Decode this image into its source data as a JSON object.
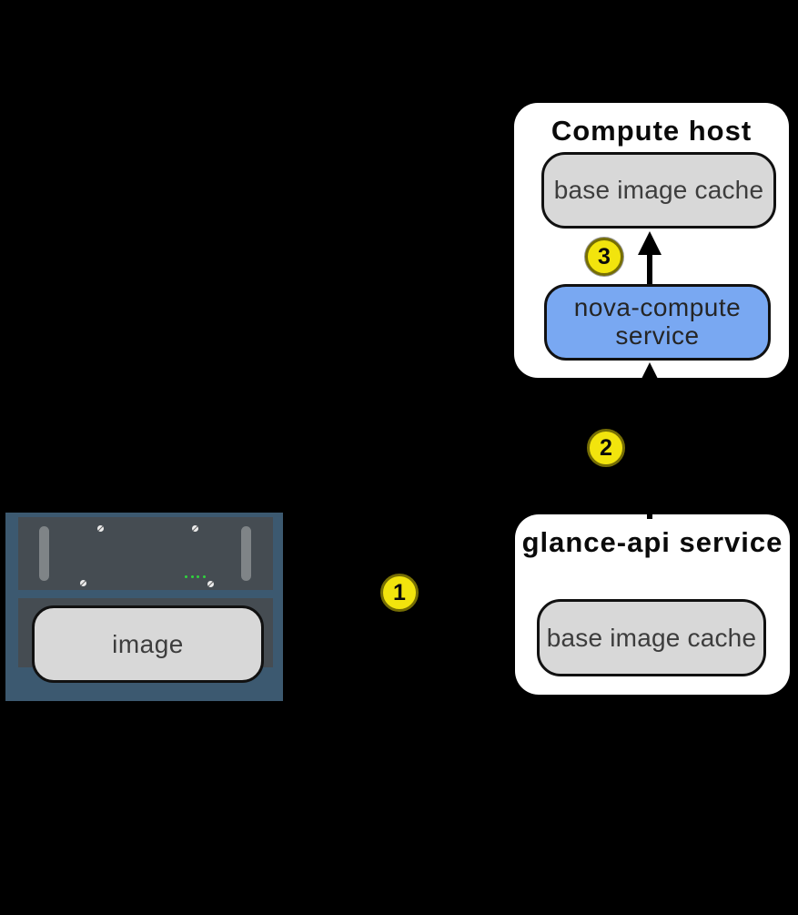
{
  "compute_host": {
    "title": "Compute host",
    "base_image_cache_label": "base image cache",
    "nova_compute_line1": "nova-compute",
    "nova_compute_line2": "service"
  },
  "glance_api": {
    "title": "glance-api service",
    "base_image_cache_label": "base image cache"
  },
  "server": {
    "image_label": "image"
  },
  "steps": {
    "one": "1",
    "two": "2",
    "three": "3"
  },
  "colors": {
    "background": "#000000",
    "box_fill": "#ffffff",
    "node_gray": "#d8d8d8",
    "node_blue": "#79a8f2",
    "step_yellow": "#f2e40d",
    "server_chassis": "#3c5970",
    "server_panel": "#454c52",
    "led_green": "#2fd33d"
  }
}
